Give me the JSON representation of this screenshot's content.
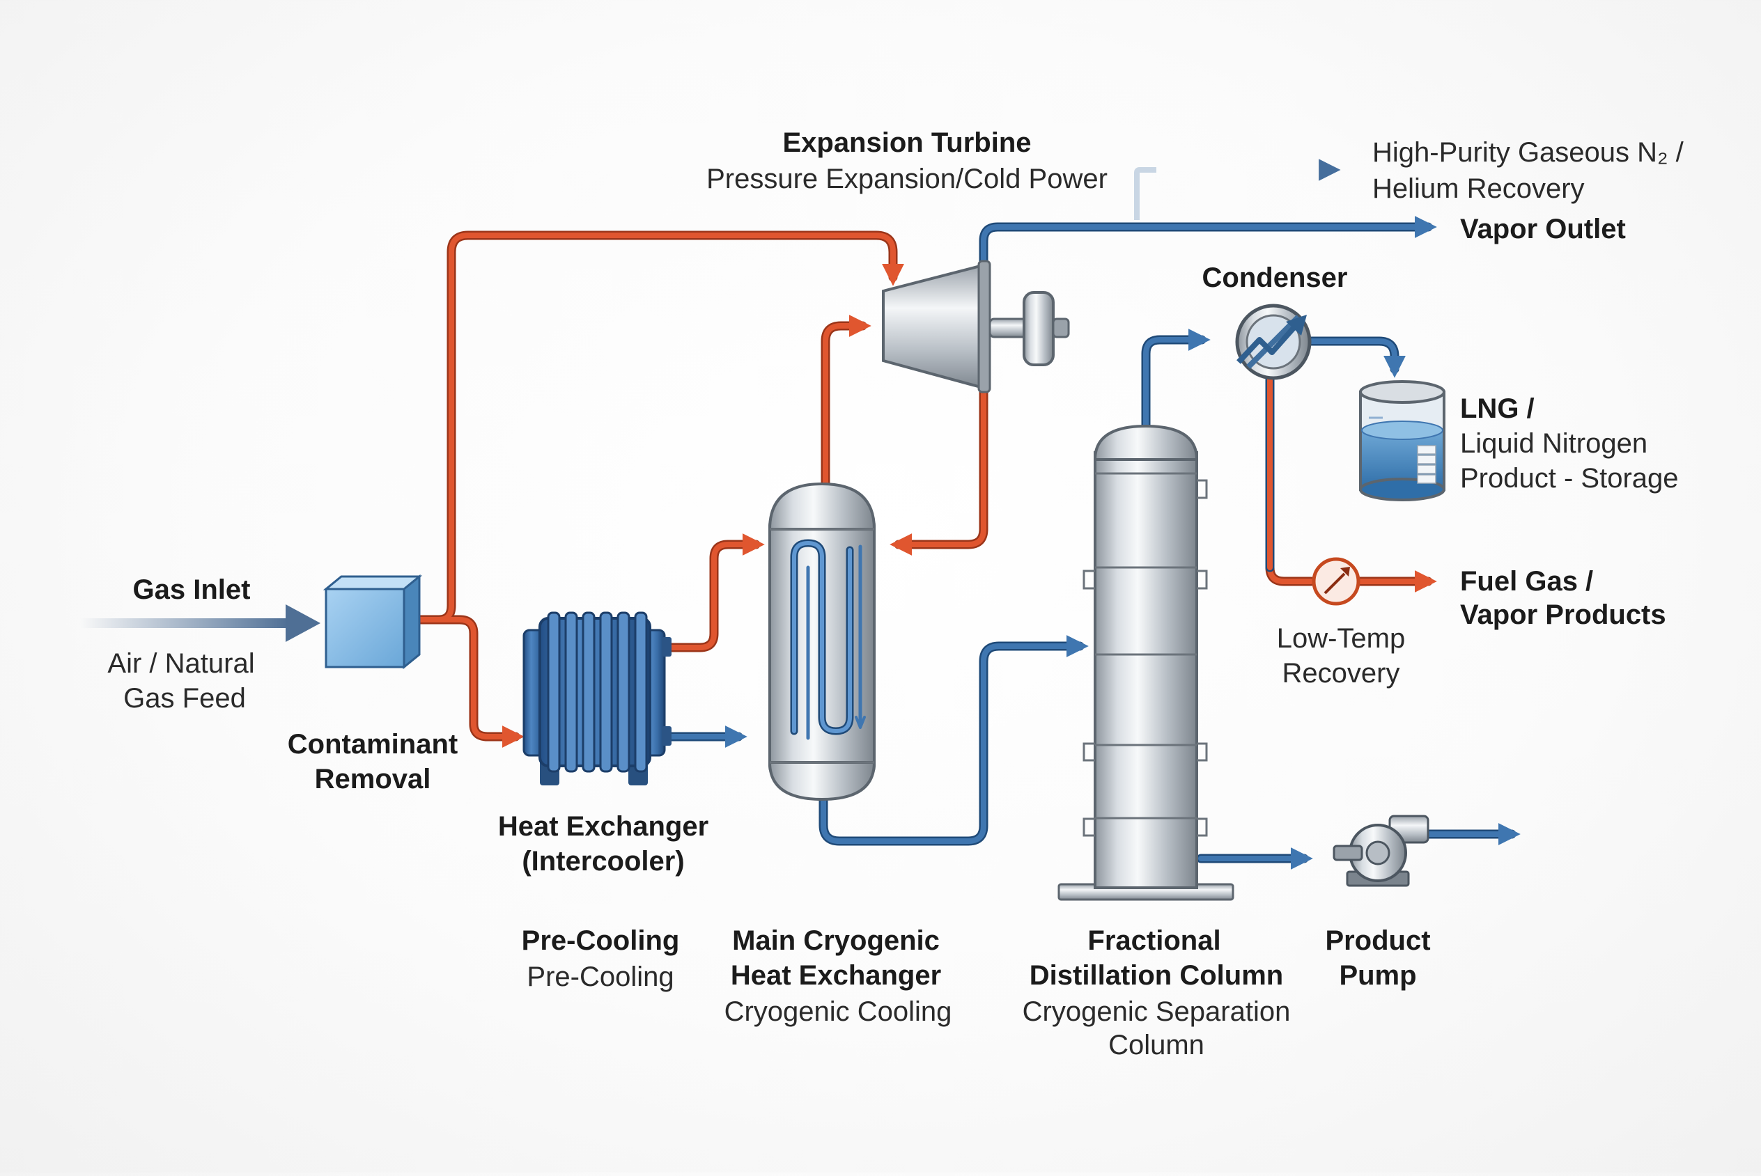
{
  "labels": {
    "gas_inlet": "Gas Inlet",
    "feed_line1": "Air / Natural",
    "feed_line2": "Gas Feed",
    "contaminant_line1": "Contaminant",
    "contaminant_line2": "Removal",
    "hx_line1": "Heat Exchanger",
    "hx_line2": "(Intercooler)",
    "precool_title": "Pre-Cooling",
    "precool_sub": "Pre-Cooling",
    "mche_line1": "Main Cryogenic",
    "mche_line2": "Heat Exchanger",
    "mche_sub": "Cryogenic Cooling",
    "turbine_title": "Expansion Turbine",
    "turbine_sub": "Pressure Expansion/Cold Power",
    "gaseous_line1": "High-Purity Gaseous N₂ /",
    "gaseous_line2": "Helium Recovery",
    "vapor_outlet": "Vapor Outlet",
    "condenser": "Condenser",
    "lng_line1": "LNG /",
    "lng_line2": "Liquid Nitrogen",
    "lng_line3": "Product - Storage",
    "fuel_line1": "Fuel Gas /",
    "fuel_line2": "Vapor Products",
    "lowtemp_line1": "Low-Temp",
    "lowtemp_line2": "Recovery",
    "column_line1": "Fractional",
    "column_line2": "Distillation Column",
    "column_sub1": "Cryogenic Separation",
    "column_sub2": "Column",
    "pump_line1": "Product",
    "pump_line2": "Pump"
  },
  "colors": {
    "hot_stream": "#e0562f",
    "cold_stream": "#3f76b0",
    "inlet_arrow": "#4f6f95"
  }
}
